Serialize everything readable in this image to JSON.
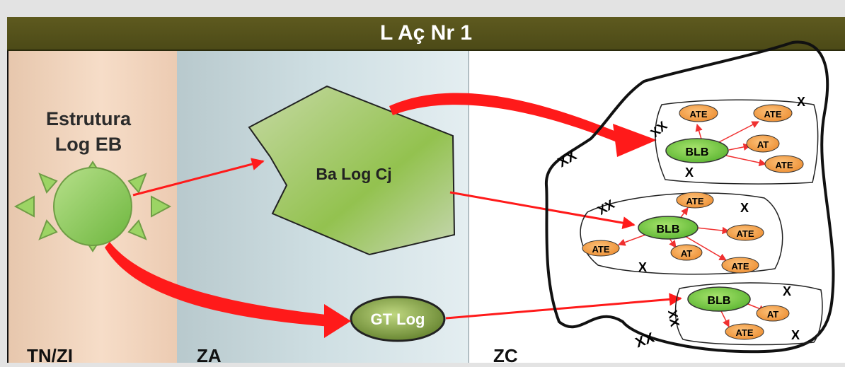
{
  "title": "L Aç Nr 1",
  "zones": {
    "tn": "TN/ZI",
    "za": "ZA",
    "zc": "ZC"
  },
  "source": {
    "line1": "Estrutura",
    "line2": "Log EB"
  },
  "base": "Ba Log Cj",
  "gt": "GT Log",
  "groups": [
    {
      "hub": "BLB",
      "nodes": [
        "ATE",
        "ATE",
        "AT",
        "ATE"
      ],
      "marks": [
        "XX",
        "X",
        "X"
      ]
    },
    {
      "hub": "BLB",
      "nodes": [
        "ATE",
        "ATE",
        "ATE",
        "AT",
        "ATE"
      ],
      "marks": [
        "XX",
        "X",
        "X"
      ]
    },
    {
      "hub": "BLB",
      "nodes": [
        "AT",
        "ATE"
      ],
      "marks": [
        "XX",
        "X",
        "X"
      ]
    }
  ],
  "outer_marks": [
    "XX",
    "XX"
  ],
  "colors": {
    "header": "#56531b",
    "arrow": "#ff1a1a",
    "hub": "#7ccf4a",
    "node": "#f5a14a"
  }
}
